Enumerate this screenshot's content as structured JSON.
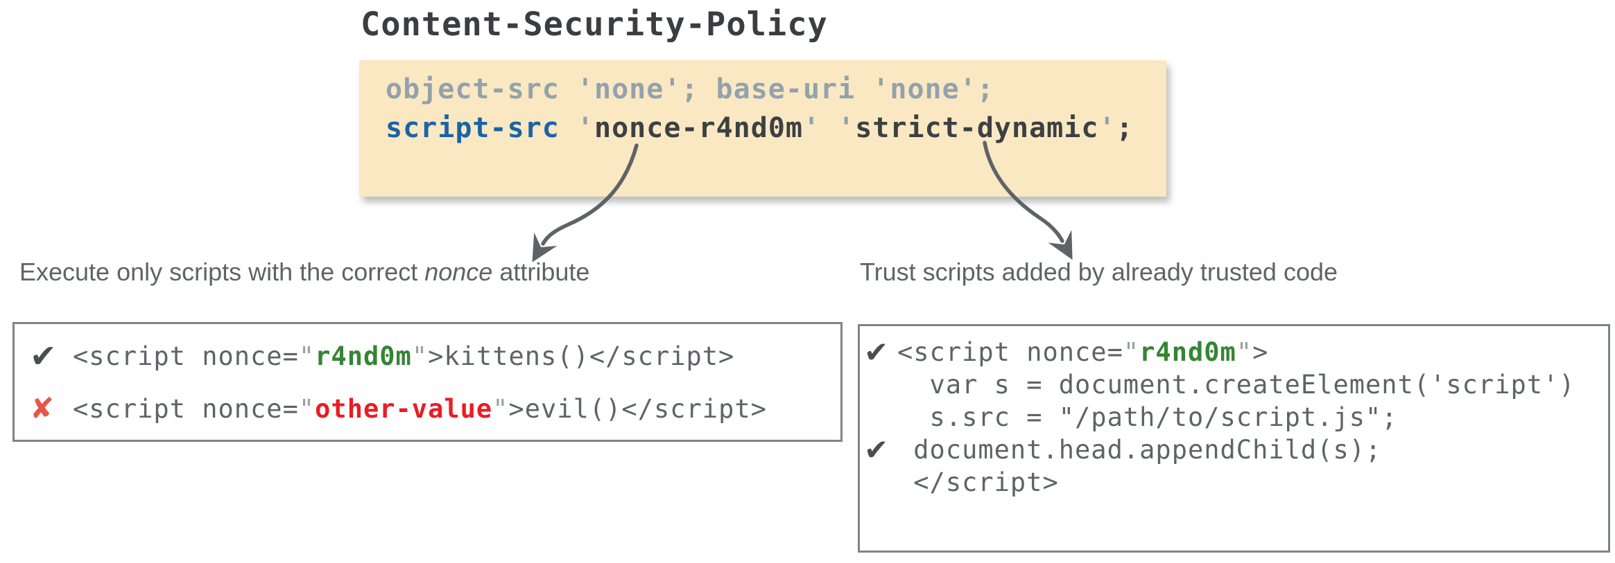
{
  "colors": {
    "title_text": "#3a3e43",
    "policy_bg": "#f9e8c2",
    "policy_muted": "#93a1ad",
    "policy_directive_blue": "#1a63a8",
    "policy_dark": "#3c4043",
    "quote_gray": "#9aa0a6",
    "label_gray": "#5f6368",
    "code_gray": "#5f6368",
    "nonce_green": "#358535",
    "bad_red": "#ea1c24",
    "check_dark": "#4a4e52",
    "cross_red": "#e6554b",
    "arrow": "#5f6368",
    "box_border": "#808387"
  },
  "title": "Content-Security-Policy",
  "policy": {
    "line1": "object-src 'none'; base-uri 'none';",
    "line2": {
      "directive": "script-src",
      "q1": " '",
      "nonce": "nonce-r4nd0m",
      "q2": "'",
      "q3": " '",
      "dynamic": "strict-dynamic",
      "q4": "'",
      "semi": ";"
    }
  },
  "annotations": {
    "left_label": {
      "before": "Execute only scripts with the correct ",
      "emphasis": "nonce",
      "after": " attribute"
    },
    "right_label": "Trust scripts added by already trusted code"
  },
  "glyphs": {
    "check": "✔",
    "cross": "✘"
  },
  "left_box": {
    "rows": [
      {
        "open": "<script nonce=",
        "quote_open": "\"",
        "value": "r4nd0m",
        "quote_close": "\"",
        "close": ">kittens()</script>"
      },
      {
        "open": "<script nonce=",
        "quote_open": "\"",
        "value": "other-value",
        "quote_close": "\"",
        "close": ">evil()</script>"
      }
    ]
  },
  "right_box": {
    "rows": [
      {
        "open": "<script nonce=",
        "quote_open": "\"",
        "value": "r4nd0m",
        "quote_close": "\"",
        "close": ">"
      },
      {
        "text": "  var s = document.createElement('script')"
      },
      {
        "text": "  s.src = \"/path/to/script.js\";"
      },
      {
        "text": " document.head.appendChild(s);"
      },
      {
        "text": " </script>"
      }
    ]
  }
}
